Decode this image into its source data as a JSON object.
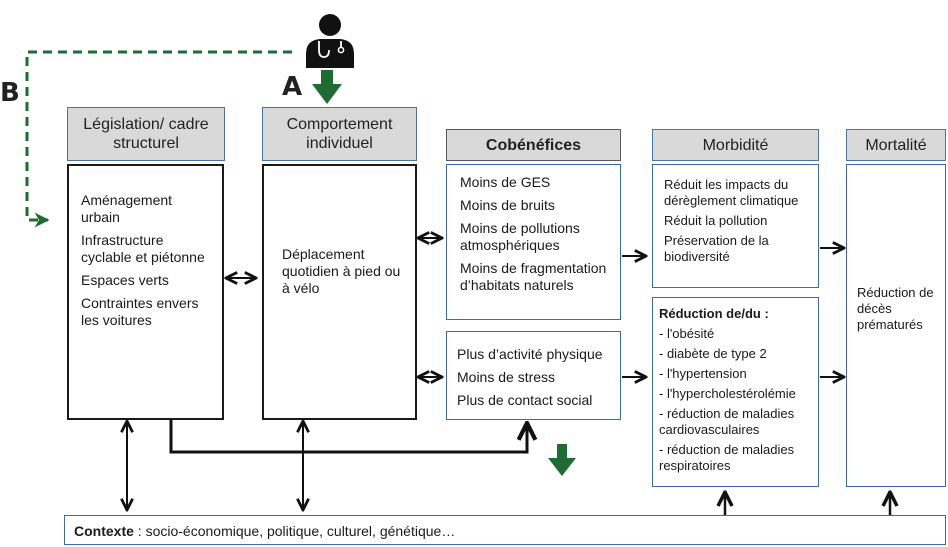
{
  "labels": {
    "a": "A",
    "b": "B"
  },
  "icons": {
    "actor": "doctor-icon"
  },
  "colors": {
    "green_arrow": "#1e6b34",
    "header_bg": "#d9d9d9",
    "blue_border": "#3f69a8"
  },
  "legislation": {
    "title": "Législation/ cadre structurel",
    "items": [
      "Aménagement urbain",
      "Infrastructure cyclable et piétonne",
      "Espaces verts",
      "Contraintes envers les voitures"
    ]
  },
  "behaviour": {
    "title": "Comportement individuel",
    "text": "Déplacement quotidien à pied ou à vélo"
  },
  "cobenefits": {
    "title": "Cobénéfices",
    "environment": [
      "Moins de GES",
      "Moins de bruits",
      "Moins de pollutions atmosphériques",
      "Moins de fragmentation d’habitats naturels"
    ],
    "health": [
      "Plus d’activité physique",
      "Moins de stress",
      "Plus de contact social"
    ]
  },
  "morbidity": {
    "title": "Morbidité",
    "environment": [
      "Réduit les impacts du dérèglement climatique",
      "Réduit la pollution",
      "Préservation de la biodiversité"
    ],
    "health_title": "Réduction de/du :",
    "health": [
      "- l'obésité",
      "- diabète de type 2",
      "- l'hypertension",
      "- l'hypercholestérolémie",
      "- réduction de maladies cardiovasculaires",
      "- réduction de maladies respiratoires"
    ]
  },
  "mortality": {
    "title": "Mortalité",
    "text": "Réduction de décès prématurés"
  },
  "context": {
    "label": "Contexte",
    "text": " : socio-économique, politique, culturel, génétique…"
  }
}
